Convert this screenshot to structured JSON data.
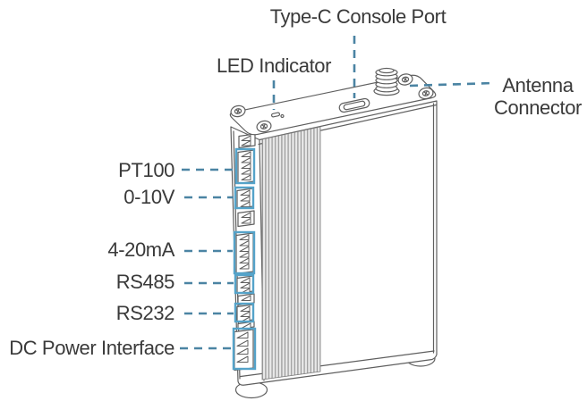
{
  "colors": {
    "leader": "#4b84a3",
    "highlight": "#55a3c9",
    "art": "#5f5f5f",
    "text": "#3a3a3a",
    "background": "#ffffff"
  },
  "callouts": {
    "type_c": "Type-C Console Port",
    "led": "LED Indicator",
    "antenna": "Antenna Connector",
    "pt100": "PT100",
    "v0_10": "0-10V",
    "ma4_20": "4-20mA",
    "rs485": "RS485",
    "rs232": "RS232",
    "dc_power": "DC Power Interface"
  }
}
